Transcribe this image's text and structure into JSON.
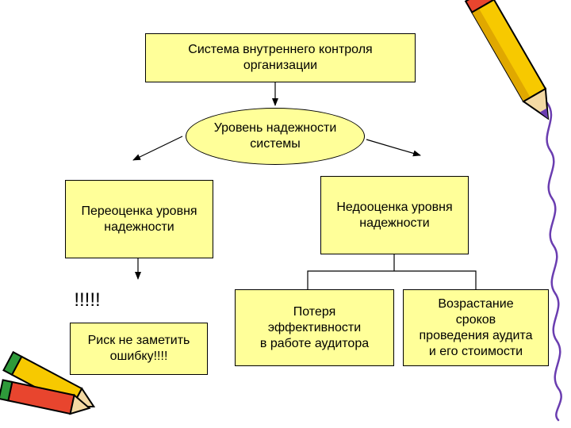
{
  "nodes": {
    "system": "Система внутреннего контроля\nорганизации",
    "reliability_level": "Уровень надежности\nсистемы",
    "overestimation": "Переоценка уровня\nнадежности",
    "underestimation": "Недооценка уровня\nнадежности",
    "exclamation": "!!!!!",
    "risk": "Риск не заметить\nошибку!!!!",
    "efficiency_loss": "Потеря\nэффективности\nв работе аудитора",
    "cost_increase": "Возрастание\nсроков\nпроведения аудита\nи его стоимости"
  },
  "colors": {
    "box_fill": "#ffff99",
    "line": "#000000",
    "pencil_body": "#f7c900",
    "pencil_tip": "#e8452e",
    "pencil_eraser": "#2e9a3a",
    "curl": "#6a3db0"
  },
  "decorations": {
    "top_right": "pencil-clipart",
    "bottom_left": "pencils-clipart",
    "right_edge": "purple-curl-border"
  }
}
